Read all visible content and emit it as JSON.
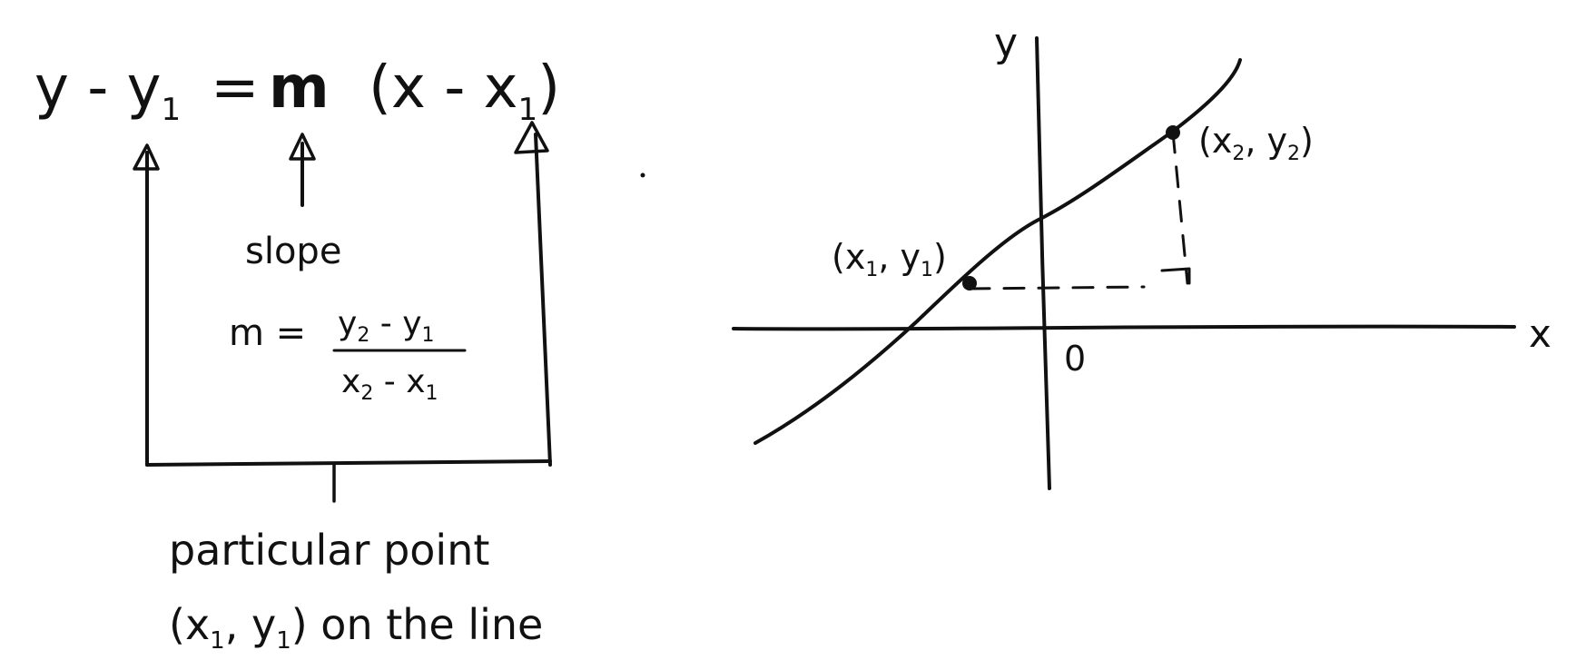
{
  "equation": {
    "lhs": "y - y",
    "lhs_sub": "1",
    "eq": "=",
    "m": "m",
    "rhs_open": "(x - x",
    "rhs_sub": "1",
    "rhs_close": ")"
  },
  "slope": {
    "label": "slope",
    "m_eq": "m =",
    "numerator": "y",
    "num_sub_2": "2",
    "num_minus": " - y",
    "num_sub_1": "1",
    "denominator": "x",
    "den_sub_2": "2",
    "den_minus": " - x",
    "den_sub_1": "1"
  },
  "particular_point": {
    "line1": "particular point",
    "line2": "(x",
    "line2_sub": "1",
    "line2_mid": ", y",
    "line2_sub2": "1",
    "line2_end": ") on the line"
  },
  "graph": {
    "y_axis_label": "y",
    "x_axis_label": "x",
    "origin_label": "0",
    "point1": {
      "open": "(x",
      "sub_a": "1",
      "mid": ", y",
      "sub_b": "1",
      "close": ")"
    },
    "point2": {
      "open": "(x",
      "sub_a": "2",
      "mid": ", y",
      "sub_b": "2",
      "close": ")"
    }
  }
}
